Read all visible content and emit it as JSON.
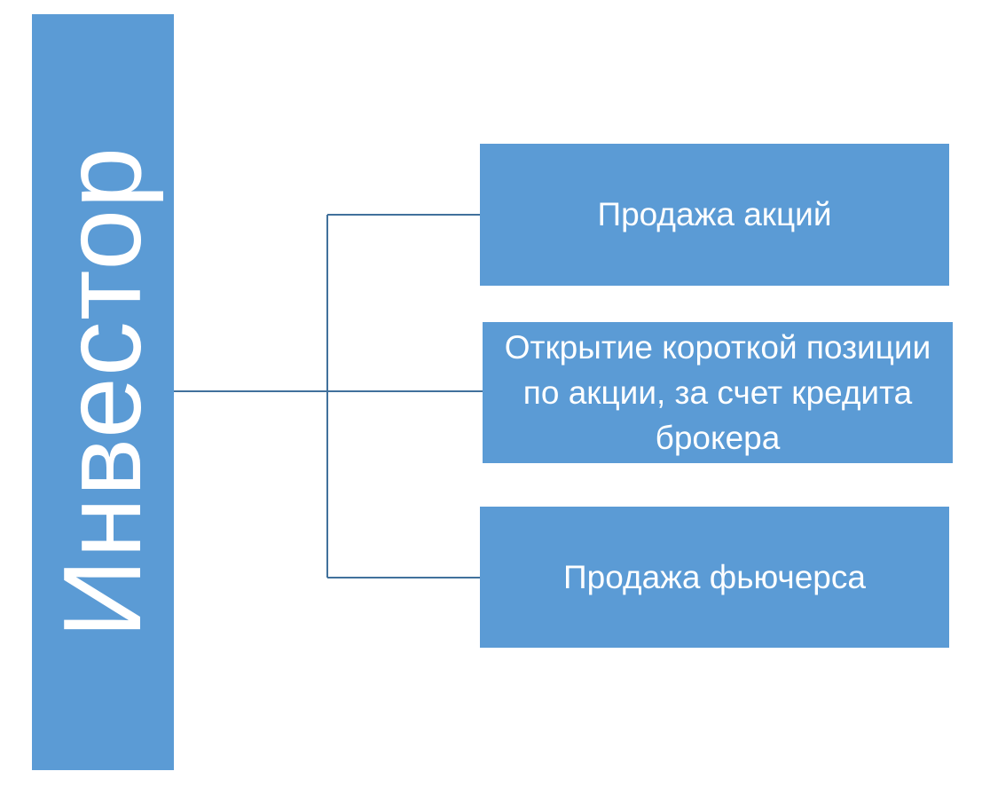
{
  "diagram": {
    "root": {
      "label": "Инвестор"
    },
    "children": [
      {
        "label": "Продажа акций"
      },
      {
        "label": "Открытие короткой позиции по акции, за счет кредита брокера"
      },
      {
        "label": "Продажа фьючерса"
      }
    ],
    "colors": {
      "box_fill": "#5b9bd5",
      "box_text": "#ffffff",
      "connector": "#41719c",
      "background": "#ffffff"
    }
  }
}
